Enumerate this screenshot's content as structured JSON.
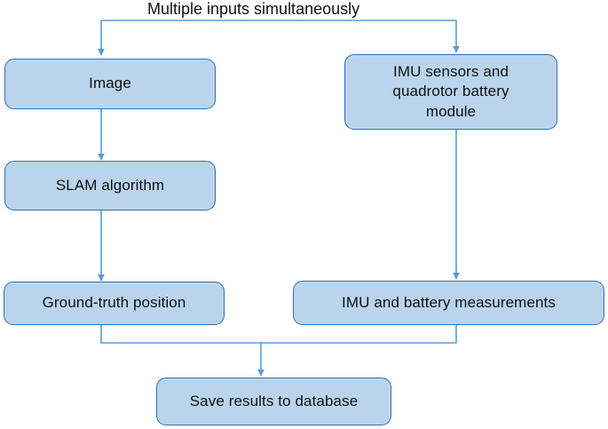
{
  "diagram": {
    "type": "flowchart",
    "background_color": "#ffffff",
    "node_fill_color": "#bad4ec",
    "node_border_color": "#2f74b5",
    "connector_color": "#5b9bd5",
    "text_color": "#111111",
    "caption": "Multiple inputs simultaneously",
    "nodes": [
      {
        "id": "image",
        "label": "Image"
      },
      {
        "id": "imu_sensors",
        "label": "IMU sensors and\nquadrotor battery\nmodule"
      },
      {
        "id": "slam",
        "label": "SLAM algorithm"
      },
      {
        "id": "ground_truth",
        "label": "Ground-truth position"
      },
      {
        "id": "imu_measurements",
        "label": "IMU and battery measurements"
      },
      {
        "id": "save_results",
        "label": "Save results to database"
      }
    ],
    "edges": [
      {
        "from": "caption-bus",
        "to": "image"
      },
      {
        "from": "caption-bus",
        "to": "imu_sensors"
      },
      {
        "from": "image",
        "to": "slam"
      },
      {
        "from": "slam",
        "to": "ground_truth"
      },
      {
        "from": "imu_sensors",
        "to": "imu_measurements"
      },
      {
        "from": "ground_truth",
        "to": "save_results"
      },
      {
        "from": "imu_measurements",
        "to": "save_results"
      }
    ]
  }
}
